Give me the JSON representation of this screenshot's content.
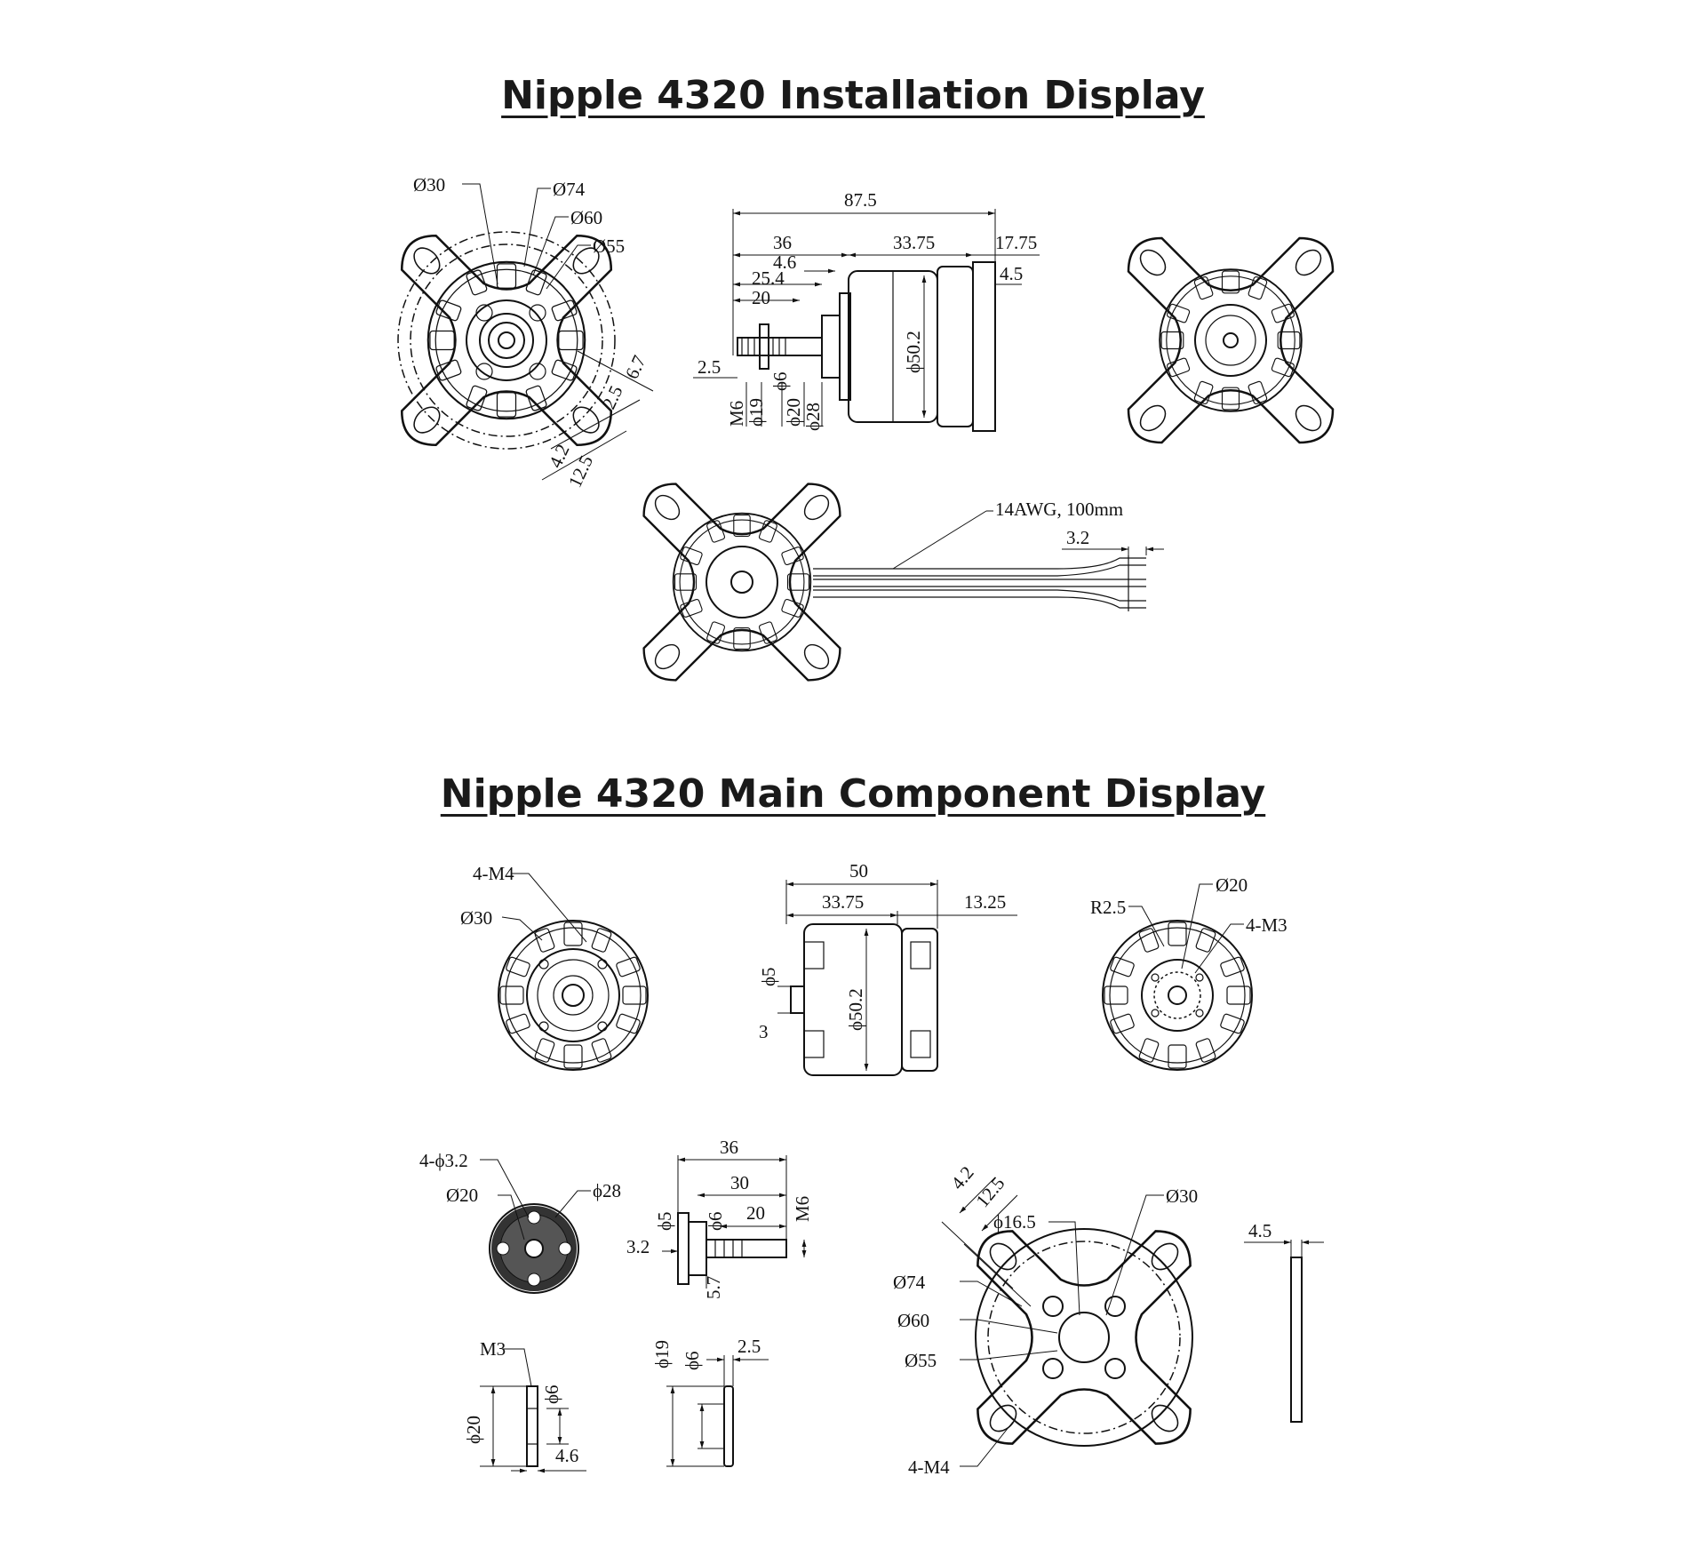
{
  "titles": {
    "installation": "Nipple 4320 Installation Display",
    "components": "Nipple 4320 Main Component Display"
  },
  "installation": {
    "front": {
      "d30": "Ø30",
      "d74": "Ø74",
      "d60": "Ø60",
      "d55": "Ø55",
      "d6_7": "6.7",
      "d2_5": "2.5",
      "d4_2": "4.2",
      "d12_5": "12.5"
    },
    "side": {
      "total": "87.5",
      "seg36": "36",
      "seg33_75": "33.75",
      "seg17_75": "17.75",
      "seg4_6": "4.6",
      "seg25_4": "25.4",
      "seg20": "20",
      "seg4_5": "4.5",
      "d2_5": "2.5",
      "m6": "M6",
      "d19": "ϕ19",
      "d6": "ϕ6",
      "d20": "ϕ20",
      "d28": "ϕ28",
      "d50_2": "ϕ50.2"
    },
    "wire": {
      "spec": "14AWG, 100mm",
      "strip": "3.2"
    }
  },
  "components": {
    "motor_front": {
      "m4": "4-M4",
      "d30": "Ø30"
    },
    "motor_side": {
      "total": "50",
      "seg33_75": "33.75",
      "seg13_25": "13.25",
      "d5": "ϕ5",
      "d3": "3",
      "d50_2": "ϕ50.2"
    },
    "motor_back": {
      "r2_5": "R2.5",
      "d20": "Ø20",
      "m3": "4-M3"
    },
    "prop_adapter": {
      "holes": "4-ϕ3.2",
      "d20": "Ø20",
      "d28": "ϕ28"
    },
    "shaft": {
      "len36": "36",
      "len30": "30",
      "len20": "20",
      "m6": "M6",
      "d5": "ϕ5",
      "d6": "ϕ6",
      "d3_2": "3.2",
      "d5_7": "5.7"
    },
    "mount": {
      "d4_2": "4.2",
      "d12_5": "12.5",
      "d16_5": "ϕ16.5",
      "d30": "Ø30",
      "d74": "Ø74",
      "d60": "Ø60",
      "d55": "Ø55",
      "m4": "4-M4"
    },
    "plate": {
      "thickness": "4.5"
    },
    "nut": {
      "m3": "M3",
      "d6": "ϕ6",
      "d20": "ϕ20",
      "d4_6": "4.6"
    },
    "washer": {
      "d19": "ϕ19",
      "d6": "ϕ6",
      "d2_5": "2.5"
    }
  }
}
